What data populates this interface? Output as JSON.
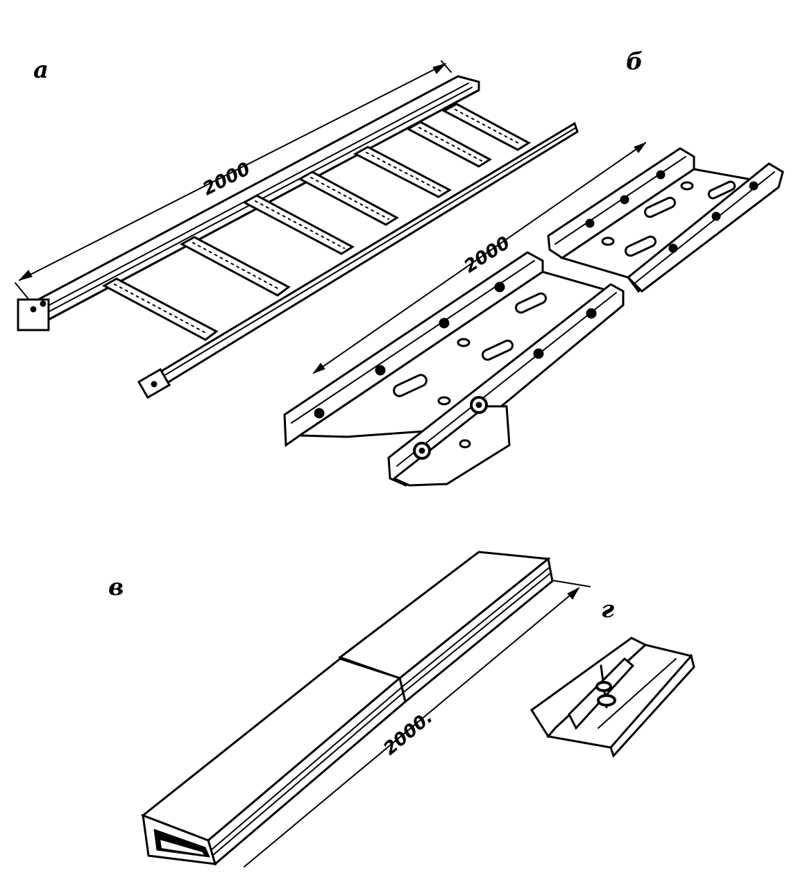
{
  "figures": [
    {
      "id": "a",
      "label": "a",
      "dimension": "2000"
    },
    {
      "id": "b",
      "label": "б",
      "dimension": "2000"
    },
    {
      "id": "v",
      "label": "в",
      "dimension": "2000."
    },
    {
      "id": "g",
      "label": "г"
    }
  ]
}
